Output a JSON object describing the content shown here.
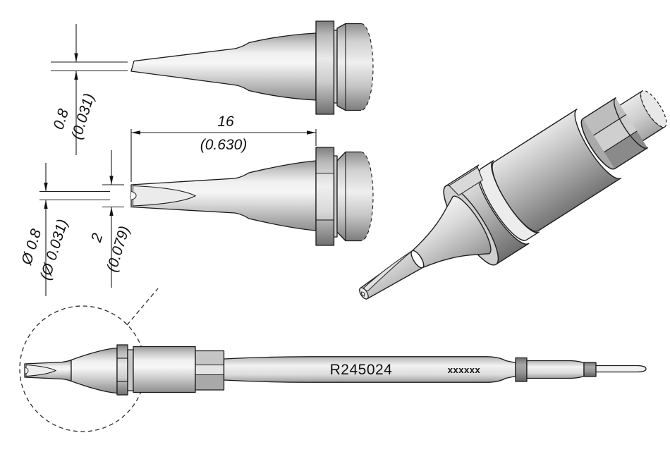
{
  "drawing": {
    "part_number": "R245024",
    "batch_marking": "xxxxxx",
    "dimensions": {
      "tip_thickness_mm": "0.8",
      "tip_thickness_in": "(0.031)",
      "tip_length_mm": "16",
      "tip_length_in": "(0.630)",
      "tip_diameter_mm": "Ø 0.8",
      "tip_diameter_in": "(Ø 0.031)",
      "tip_width_mm": "2",
      "tip_width_in": "(0.079)"
    },
    "colors": {
      "line": "#1a1a1a",
      "metal_light": "#f2f2f2",
      "metal_mid": "#cccccc",
      "metal_dark": "#8a8a8a",
      "background": "#ffffff"
    }
  }
}
